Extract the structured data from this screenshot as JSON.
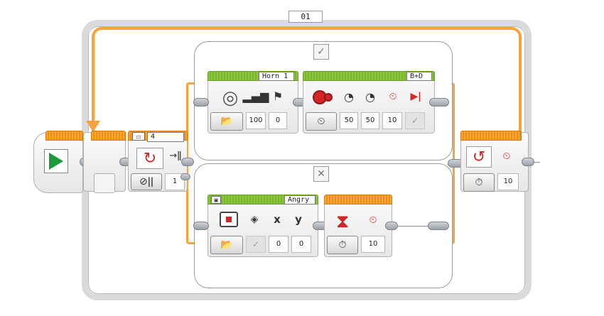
{
  "loop": {
    "label": "01"
  },
  "loop_interrupt": {
    "value": "10"
  },
  "start": {
    "icon": "play-icon"
  },
  "loop_index": {
    "value": "4",
    "icon": "loop-index-icon"
  },
  "wait_brightness": {
    "value": "1"
  },
  "switch": {
    "true_label": "✓",
    "false_label": "✕"
  },
  "sound": {
    "name": "Horn 1",
    "volume": "100",
    "play_type": "0"
  },
  "motor": {
    "ports": "B+D",
    "steering": "50",
    "power": "50",
    "duration": "10",
    "brake": "✓"
  },
  "display": {
    "name": "Angry",
    "clear": "✓",
    "x": "0",
    "y": "0",
    "x_label": "x",
    "y_label": "y"
  },
  "wait_time": {
    "value": "10"
  },
  "colors": {
    "green": "#8cc63f",
    "orange": "#f7a33b",
    "red": "#d22525",
    "frame": "#d9dadb"
  }
}
